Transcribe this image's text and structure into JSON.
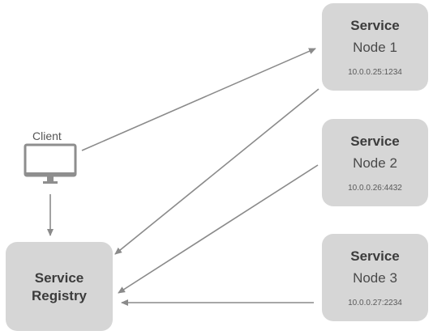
{
  "client": {
    "label": "Client",
    "icon": "monitor-icon"
  },
  "registry": {
    "line1": "Service",
    "line2": "Registry"
  },
  "nodes": [
    {
      "title": "Service",
      "subtitle": "Node 1",
      "address": "10.0.0.25:1234"
    },
    {
      "title": "Service",
      "subtitle": "Node 2",
      "address": "10.0.0.26:4432"
    },
    {
      "title": "Service",
      "subtitle": "Node 3",
      "address": "10.0.0.27:2234"
    }
  ],
  "edges": [
    {
      "from": "client",
      "to": "node-1"
    },
    {
      "from": "client",
      "to": "registry"
    },
    {
      "from": "node-1",
      "to": "registry"
    },
    {
      "from": "node-2",
      "to": "registry"
    },
    {
      "from": "node-3",
      "to": "registry"
    }
  ],
  "colors": {
    "box_fill": "#d6d6d6",
    "arrow": "#8a8a8a",
    "text": "#3c3c3c"
  }
}
